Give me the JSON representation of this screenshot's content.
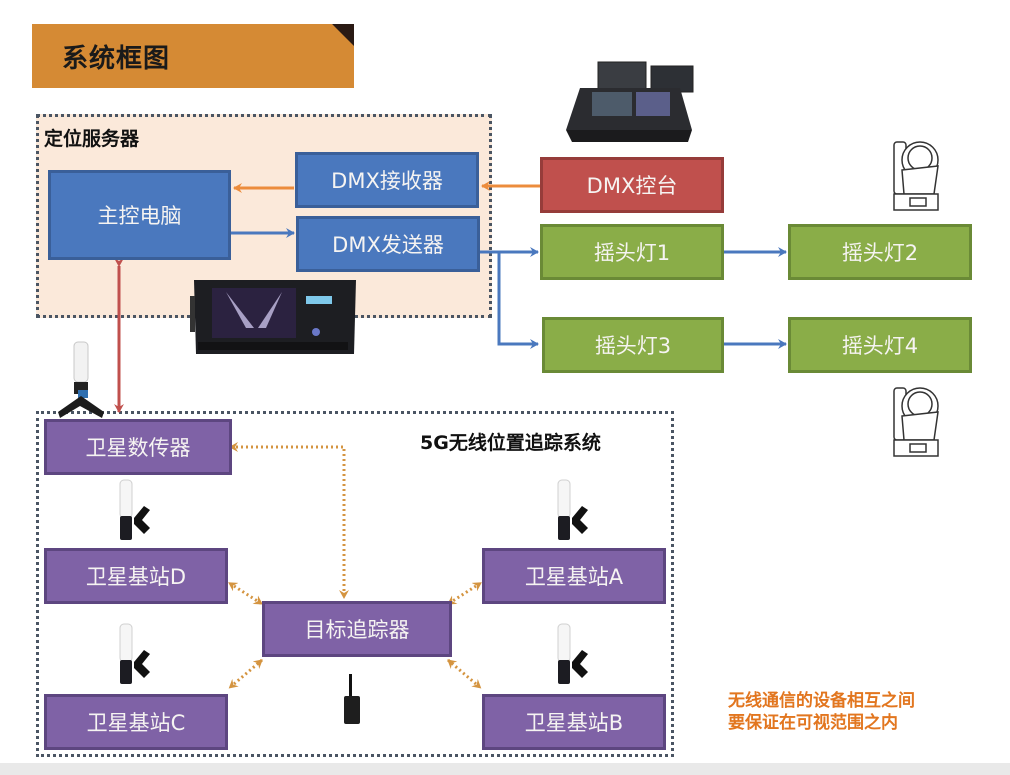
{
  "title": "系统框图",
  "groups": {
    "server": {
      "label": "定位服务器"
    },
    "tracking": {
      "label": "5G无线位置追踪系统"
    }
  },
  "nodes": {
    "main_pc": "主控电脑",
    "dmx_receiver": "DMX接收器",
    "dmx_sender": "DMX发送器",
    "dmx_console": "DMX控台",
    "moving_head_1": "摇头灯1",
    "moving_head_2": "摇头灯2",
    "moving_head_3": "摇头灯3",
    "moving_head_4": "摇头灯4",
    "sat_transmitter": "卫星数传器",
    "base_station_a": "卫星基站A",
    "base_station_b": "卫星基站B",
    "base_station_c": "卫星基站C",
    "base_station_d": "卫星基站D",
    "target_tracker": "目标追踪器"
  },
  "note": {
    "line1": "无线通信的设备相互之间",
    "line2": "要保证在可视范围之内"
  },
  "colors": {
    "banner": "#d58a34",
    "blue_node": "#4a78be",
    "red_node": "#c0504d",
    "green_node": "#8aad48",
    "purple_node": "#7f62a6",
    "orange_arrow": "#ec8c3c",
    "blue_arrow": "#4a78be",
    "red_arrow": "#c0504d",
    "wireless_link": "#d4a04a",
    "note_text": "#e2761f"
  }
}
